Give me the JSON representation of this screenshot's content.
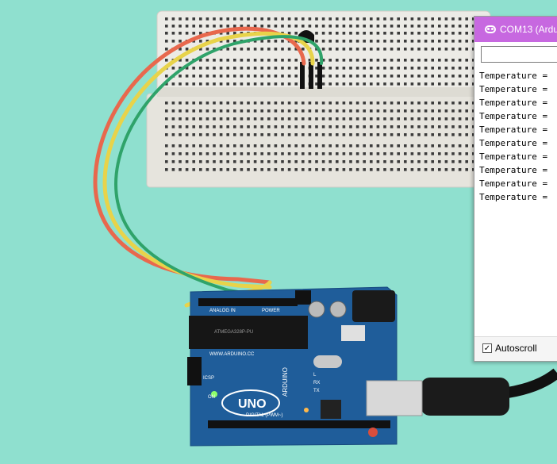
{
  "serial_monitor": {
    "title": "COM13 (Ardu",
    "send_input_value": "",
    "output_lines": [
      "Temperature =",
      "Temperature =",
      "Temperature =",
      "Temperature =",
      "Temperature =",
      "Temperature =",
      "Temperature =",
      "Temperature =",
      "Temperature =",
      "Temperature ="
    ],
    "autoscroll_label": "Autoscroll",
    "autoscroll_checked": true
  },
  "arduino": {
    "logo_text": "UNO",
    "brand_text": "ARDUINO",
    "site_text": "WWW.ARDUINO.CC",
    "chip_text": "ATMEGA328P-PU",
    "power_label": "POWER",
    "analog_label": "ANALOG IN",
    "digital_label": "DIGITAL (PWM~)",
    "on_label": "ON",
    "tx_label": "TX",
    "rx_label": "RX",
    "l_label": "L",
    "icsp_label": "ICSP"
  },
  "colors": {
    "background": "#8fe0cf",
    "board": "#1f5d9a",
    "breadboard": "#eceae3",
    "wire_red": "#e8684d",
    "wire_yellow": "#e8d34a",
    "wire_green": "#2fa36a",
    "titlebar": "#c768e0"
  }
}
